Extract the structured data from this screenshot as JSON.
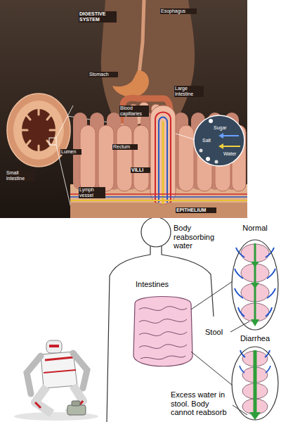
{
  "diagram": {
    "nodes": [
      {
        "text": [
          "Normal"
        ]
      },
      {
        "text": [
          "Diarrhea"
        ]
      }
    ],
    "labels": [
      "DIGESTIVE SYSTEM",
      "Esophagus",
      "Stomach",
      "Large intestine",
      "Rectum",
      "Small intestine",
      "Lumen",
      "Blood capillaries",
      "VILLI",
      "Lymph vessel",
      "Sugar",
      "Salt",
      "Water",
      "EPITHELIUM",
      "Body reabsorbing water",
      "Intestines",
      "Stool",
      "Excess water in stool. Body cannot reabsorb"
    ]
  }
}
